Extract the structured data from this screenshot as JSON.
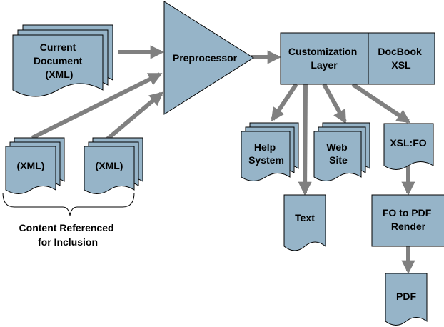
{
  "nodes": {
    "current_doc": [
      "Current",
      "Document",
      "(XML)"
    ],
    "xml1": "(XML)",
    "xml2": "(XML)",
    "preprocessor": "Preprocessor",
    "customization": [
      "Customization",
      "Layer"
    ],
    "docbook": [
      "DocBook",
      "XSL"
    ],
    "help": [
      "Help",
      "System"
    ],
    "web": [
      "Web",
      "Site"
    ],
    "xslfo": "XSL:FO",
    "text": "Text",
    "fo_pdf": [
      "FO to PDF",
      "Render"
    ],
    "pdf": "PDF"
  },
  "caption": [
    "Content Referenced",
    "for Inclusion"
  ],
  "colors": {
    "fill": "#96B4C8",
    "stroke": "#000000",
    "arrow": "#808080"
  }
}
